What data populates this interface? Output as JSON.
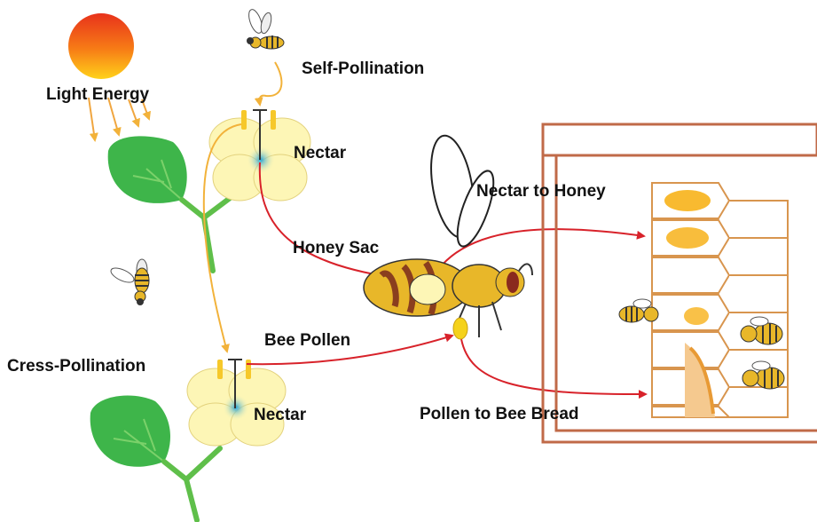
{
  "labels": {
    "light_energy": "Light Energy",
    "self_pollination": "Self-Pollination",
    "nectar_top": "Nectar",
    "nectar_to_honey": "Nectar to Honey",
    "honey_sac": "Honey Sac",
    "bee_pollen": "Bee Pollen",
    "cross_pollination": "Cress-Pollination",
    "nectar_bottom": "Nectar",
    "pollen_to_bee_bread": "Pollen to Bee Bread"
  },
  "colors": {
    "sun_top": "#e8321b",
    "sun_bottom": "#ffd21a",
    "light_ray": "#f0a640",
    "leaf": "#3eb54a",
    "stem": "#5fbf4a",
    "petal": "#fdf6b6",
    "petal_stroke": "#e3d27d",
    "red_arrow": "#d8222a",
    "orange_arrow": "#f2b23a",
    "hive_frame": "#c06a48",
    "cell_stroke": "#d8954e",
    "honey": "#f7b21a",
    "bee_body": "#e8b729",
    "bee_stripe": "#8a3e1e"
  }
}
